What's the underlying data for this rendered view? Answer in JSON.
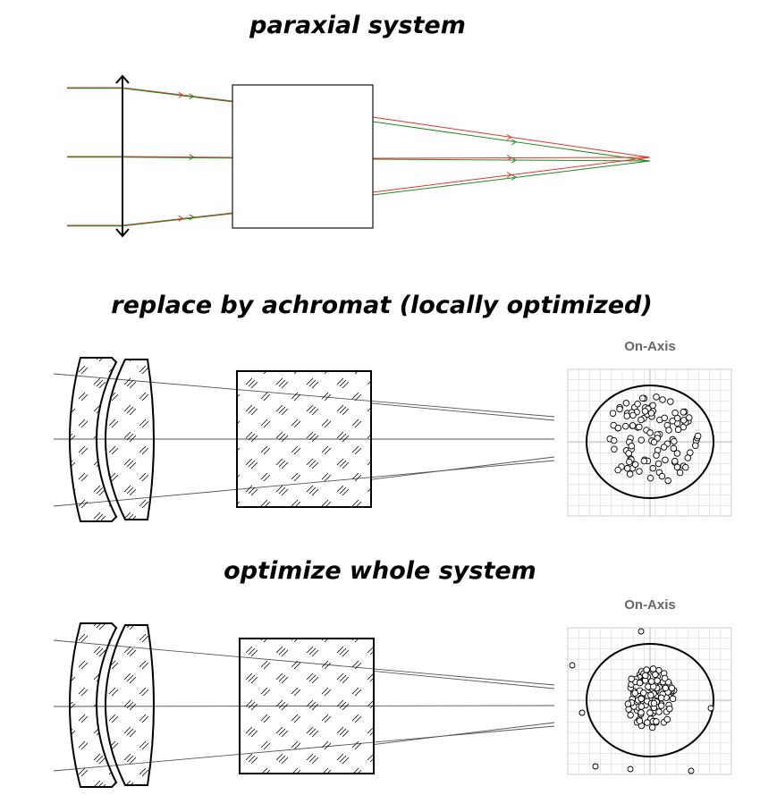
{
  "sections": [
    {
      "title": "paraxial system"
    },
    {
      "title": "replace by achromat (locally optimized)",
      "spot_title": "On-Axis"
    },
    {
      "title": "optimize whole system",
      "spot_title": "On-Axis"
    }
  ],
  "colors": {
    "ray_red": "#e8322f",
    "ray_green": "#1f8a1f",
    "ray_gray": "#555555",
    "grid": "#d9d9d9",
    "outline": "#000000"
  }
}
